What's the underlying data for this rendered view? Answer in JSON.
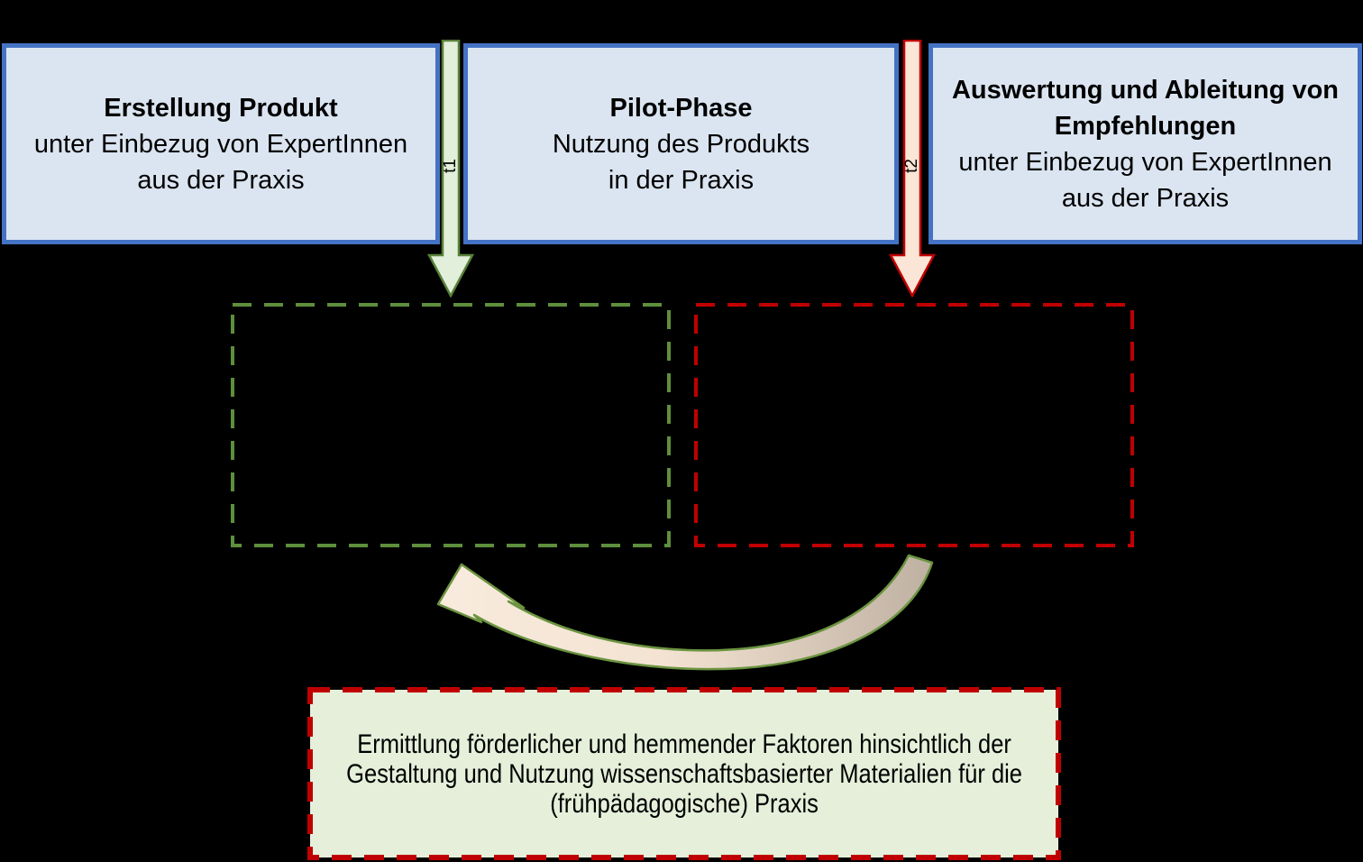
{
  "phases": [
    {
      "title": "Erstellung Produkt",
      "lines": [
        "unter Einbezug von ExpertInnen",
        "aus der Praxis"
      ]
    },
    {
      "title": "Pilot-Phase",
      "lines": [
        "Nutzung des Produkts",
        "in der Praxis"
      ]
    },
    {
      "title": "Auswertung und Ableitung von Empfehlungen",
      "lines": [
        "unter Einbezug von ExpertInnen",
        "aus der Praxis"
      ]
    }
  ],
  "timepoint_arrows": [
    {
      "label": "t1",
      "fill": "#e2efda",
      "stroke": "#588138"
    },
    {
      "label": "t2",
      "fill": "#fbe5d6",
      "stroke": "#c00000"
    }
  ],
  "dashed_boxes": [
    {
      "stroke": "#5e8f3c"
    },
    {
      "stroke": "#c00000"
    }
  ],
  "curved_arrow": {
    "stroke": "#6b9440",
    "fill_start": "#f8ebdd",
    "fill_mid": "#f4e3d2",
    "fill_end": "#bfb1a2"
  },
  "result_box": {
    "fill": "#e5efda",
    "stroke": "#c00000",
    "lines": [
      "Ermittlung förderlicher und hemmender Faktoren hinsichtlich der",
      "Gestaltung und Nutzung wissenschaftsbasierter Materialien für die",
      "(frühpädagogische) Praxis"
    ]
  },
  "colors": {
    "background": "#000000",
    "phase_fill": "#dbe5f1",
    "phase_border": "#4472c4",
    "text": "#000000"
  }
}
